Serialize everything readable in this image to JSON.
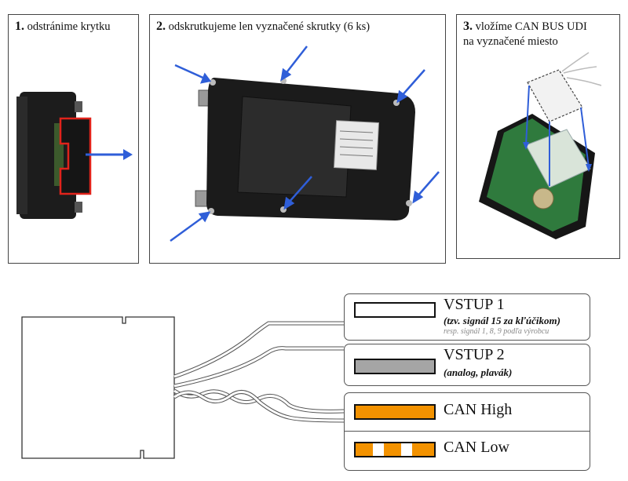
{
  "steps": [
    {
      "number": "1.",
      "text": "odstránime krytku"
    },
    {
      "number": "2.",
      "text": "odskrutkujeme len vyznačené skrutky (6 ks)"
    },
    {
      "number": "3.",
      "text": "vložíme CAN BUS UDI",
      "text2": "na vyznačené miesto"
    }
  ],
  "legend": [
    {
      "title": "VSTUP 1",
      "sub": "(tzv. signál 15 za kľúčikom)",
      "sub2": "resp. signál 1, 8, 9 podľa výrobcu"
    },
    {
      "title": "VSTUP 2",
      "sub": "(analog, plavák)"
    },
    {
      "title": "CAN High"
    },
    {
      "title": "CAN Low"
    }
  ],
  "colors": {
    "arrow": "#2f5ed8",
    "can_orange": "#f39200",
    "vstup2_gray": "#a5a5a5",
    "highlight_red": "#e0231b"
  }
}
